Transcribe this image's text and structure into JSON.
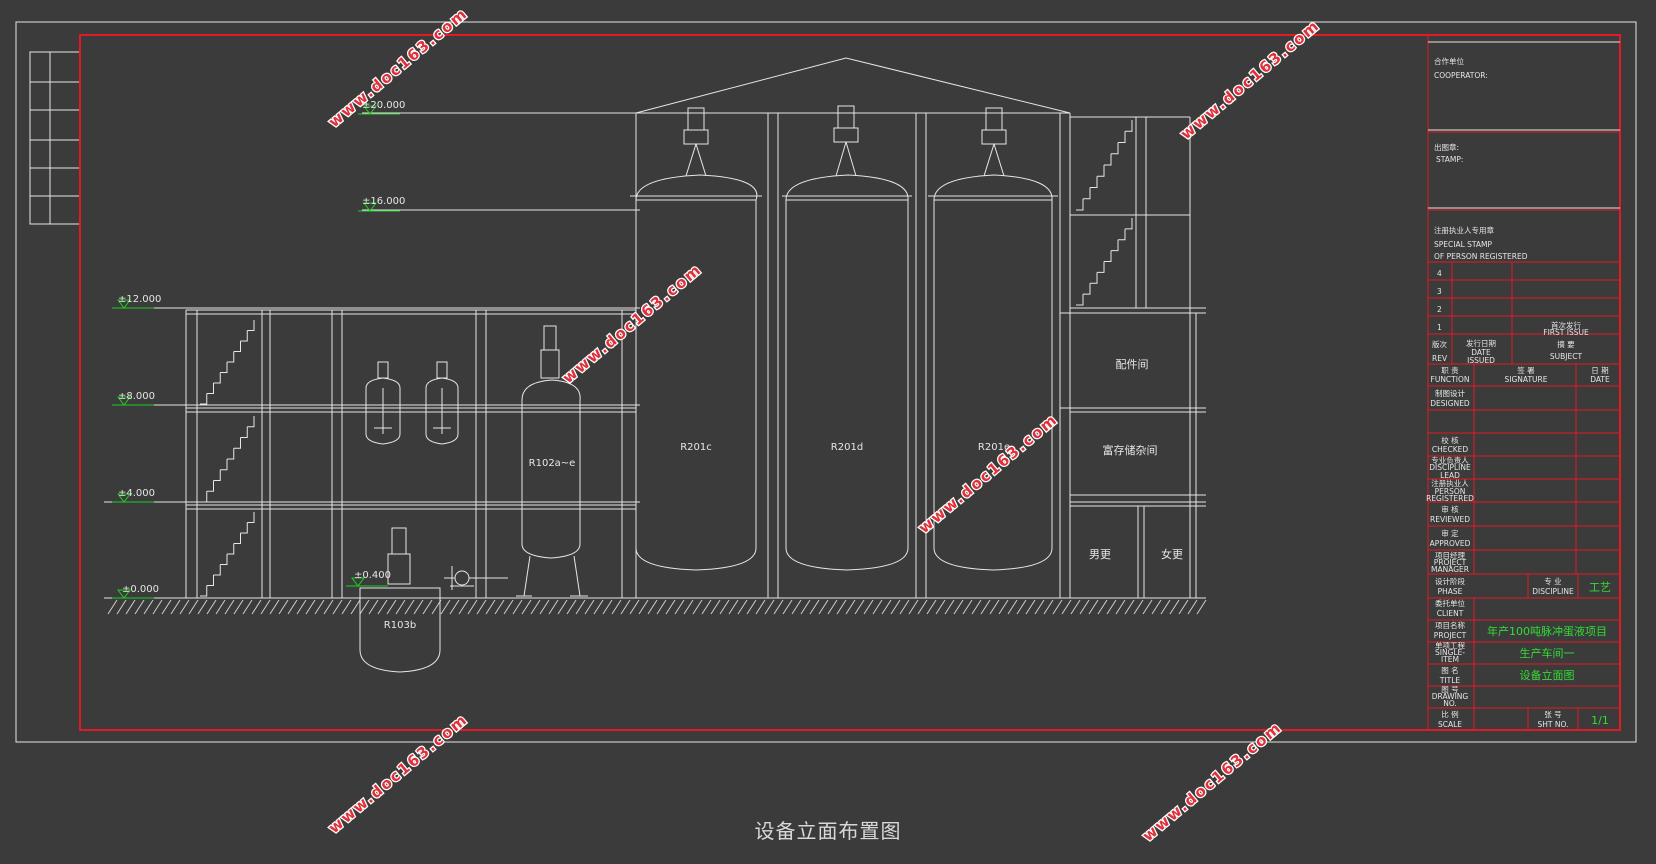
{
  "caption": "设备立面布置图",
  "watermark": "www.doc163.com",
  "elevations": [
    "±20.000",
    "±16.000",
    "±12.000",
    "±8.000",
    "±4.000",
    "±0.400",
    "±0.000"
  ],
  "equipment": {
    "r201c": "R201c",
    "r201d": "R201d",
    "r201e": "R201e",
    "r102": "R102a~e",
    "r103": "R103b"
  },
  "rooms": {
    "parts": "配件间",
    "storage": "富存储杂间",
    "men": "男更",
    "women": "女更"
  },
  "titleblock": {
    "cooperator_cn": "合作单位",
    "cooperator_en": "COOPERATOR:",
    "stamp_cn": "出图章:",
    "stamp_en": "STAMP:",
    "special_cn": "注册执业人专用章",
    "special_en1": "SPECIAL STAMP",
    "special_en2": "OF PERSON REGISTERED",
    "rev4": "4",
    "rev3": "3",
    "rev2": "2",
    "rev1": "1",
    "first_issue_cn": "首次发行",
    "first_issue_en": "FIRST ISSUE",
    "rev_cn": "版次",
    "rev_en": "REV",
    "date_issued_cn": "发行日期",
    "date_issued_en1": "DATE",
    "date_issued_en2": "ISSUED",
    "subject_cn": "摘 要",
    "subject_en": "SUBJECT",
    "function_cn": "职 责",
    "function_en": "FUNCTION",
    "signature_cn": "签 署",
    "signature_en": "SIGNATURE",
    "date_cn": "日 期",
    "date_en": "DATE",
    "designed_cn": "制图设计",
    "designed_en": "DESIGNED",
    "checked_cn": "校 核",
    "checked_en": "CHECKED",
    "discipline_lead_cn": "专业负责人",
    "discipline_lead_en1": "DISCIPLINE",
    "discipline_lead_en2": "LEAD",
    "person_reg_cn": "注册执业人",
    "person_reg_en1": "PERSON",
    "person_reg_en2": "REGISTERED",
    "reviewed_cn": "审 核",
    "reviewed_en": "REVIEWED",
    "approved_cn": "审 定",
    "approved_en": "APPROVED",
    "pm_cn": "项目经理",
    "pm_en1": "PROJECT",
    "pm_en2": "MANAGER",
    "phase_cn": "设计阶段",
    "phase_en": "PHASE",
    "discipline_cn": "专 业",
    "discipline_en": "DISCIPLINE",
    "discipline_val": "工艺",
    "client_cn": "委托单位",
    "client_en": "CLIENT",
    "project_cn": "项目名称",
    "project_en": "PROJECT",
    "project_val": "年产100吨脉冲蛋液项目",
    "item_cn": "单项工程",
    "item_en1": "SINGLE-",
    "item_en2": "ITEM",
    "item_val": "生产车间一",
    "title_cn": "图 名",
    "title_en": "TITLE",
    "title_val": "设备立面图",
    "drawing_no_cn": "图 号",
    "drawing_no_en1": "DRAWING",
    "drawing_no_en2": "NO.",
    "scale_cn": "比 例",
    "scale_en": "SCALE",
    "sht_cn": "张 号",
    "sht_en": "SHT NO.",
    "sht_val": "1/1"
  },
  "colors": {
    "line": "#e6e6e6",
    "frame": "#e01b24",
    "elev": "#22cc22",
    "green_text": "#33dd33",
    "watermark": "#e0303a",
    "bg": "#3b3b3b"
  }
}
